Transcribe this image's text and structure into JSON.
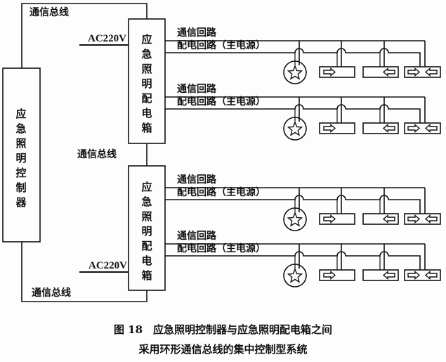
{
  "diagram": {
    "controller_label": "应急照明控制器",
    "bus_label": "通信总线",
    "power_input_label": "AC220V",
    "panels": [
      {
        "label": "应急照明配电箱",
        "circuits": [
          {
            "comm_label": "通信回路",
            "power_label": "配电回路（主电源）",
            "devices": [
              "star-lamp-icon",
              "exit-sign-left-icon",
              "exit-sign-right-icon",
              "exit-sign-bidirectional-icon"
            ]
          },
          {
            "comm_label": "通信回路",
            "power_label": "配电回路（主电源）",
            "devices": [
              "star-lamp-icon",
              "exit-sign-left-icon",
              "exit-sign-right-icon",
              "exit-sign-bidirectional-icon"
            ]
          }
        ]
      },
      {
        "label": "应急照明配电箱",
        "circuits": [
          {
            "comm_label": "通信回路",
            "power_label": "配电回路（主电源）",
            "devices": [
              "star-lamp-icon",
              "exit-sign-left-icon",
              "exit-sign-right-icon",
              "exit-sign-bidirectional-icon"
            ]
          },
          {
            "comm_label": "通信回路",
            "power_label": "配电回路（主电源）",
            "devices": [
              "star-lamp-icon",
              "exit-sign-left-icon",
              "exit-sign-right-icon",
              "exit-sign-bidirectional-icon"
            ]
          }
        ]
      }
    ],
    "caption_line1": "图 18　应急照明控制器与应急照明配电箱之间",
    "caption_line2": "采用环形通信总线的集中控制型系统"
  }
}
